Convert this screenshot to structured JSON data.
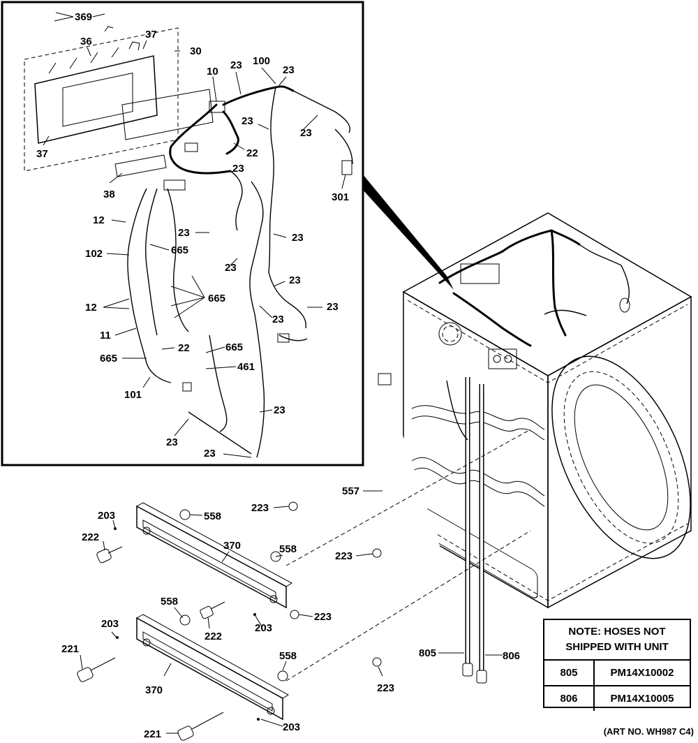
{
  "callouts": {
    "c369": "369",
    "c36": "36",
    "c37a": "37",
    "c37b": "37",
    "c30": "30",
    "c38": "38",
    "c10": "10",
    "c23_1": "23",
    "c100": "100",
    "c23_2": "23",
    "c23_3": "23",
    "c23_4": "23",
    "c22a": "22",
    "c23_5": "23",
    "c301": "301",
    "c12a": "12",
    "c23_6": "23",
    "c23_7": "23",
    "c102": "102",
    "c665a": "665",
    "c23_8": "23",
    "c23_9": "23",
    "c12b": "12",
    "c665b": "665",
    "c23_10": "23",
    "c23_11": "23",
    "c11": "11",
    "c22b": "22",
    "c665c": "665",
    "c665d": "665",
    "c461": "461",
    "c101": "101",
    "c23_12": "23",
    "c23_13": "23",
    "c23_14": "23",
    "c557": "557",
    "c203a": "203",
    "c558a": "558",
    "c223a": "223",
    "c222a": "222",
    "c370a": "370",
    "c558b": "558",
    "c223b": "223",
    "c558c": "558",
    "c223c": "223",
    "c203b": "203",
    "c203c": "203",
    "c222b": "222",
    "c221a": "221",
    "c558d": "558",
    "c223d": "223",
    "c805": "805",
    "c806": "806",
    "c370b": "370",
    "c221b": "221",
    "c203d": "203"
  },
  "note": {
    "line1": "NOTE: HOSES NOT",
    "line2": "SHIPPED WITH UNIT",
    "rows": [
      {
        "num": "805",
        "part": "PM14X10002"
      },
      {
        "num": "806",
        "part": "PM14X10005"
      }
    ]
  },
  "art_no": "(ART NO. WH987 C4)"
}
